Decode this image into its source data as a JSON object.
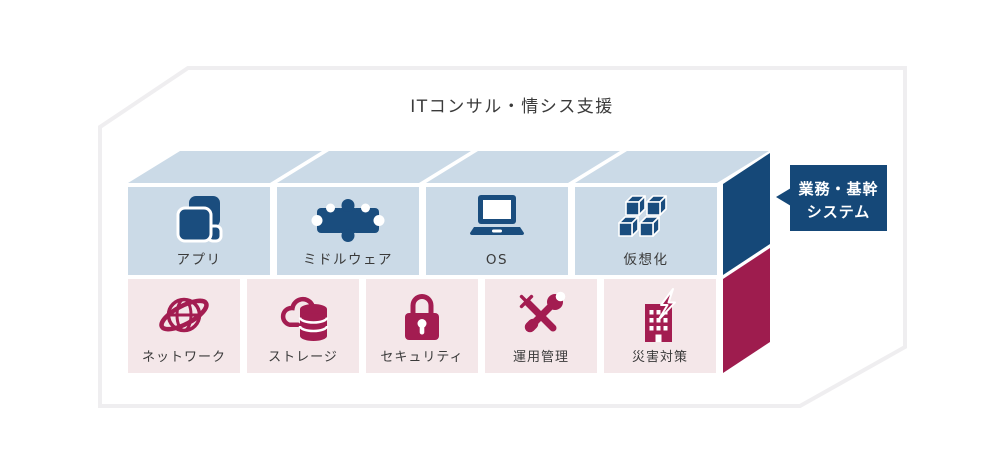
{
  "title": "ITコンサル・情シス支援",
  "callout": {
    "line1": "業務・基幹",
    "line2": "システム"
  },
  "infra_stack": {
    "top_row": [
      {
        "label": "アプリ",
        "icon": "apps-icon"
      },
      {
        "label": "ミドルウェア",
        "icon": "puzzle-icon"
      },
      {
        "label": "OS",
        "icon": "laptop-icon"
      },
      {
        "label": "仮想化",
        "icon": "cubes-icon"
      }
    ],
    "bottom_row": [
      {
        "label": "ネットワーク",
        "icon": "globe-network-icon"
      },
      {
        "label": "ストレージ",
        "icon": "cloud-database-icon"
      },
      {
        "label": "セキュリティ",
        "icon": "padlock-icon"
      },
      {
        "label": "運用管理",
        "icon": "tools-icon"
      },
      {
        "label": "災害対策",
        "icon": "building-lightning-icon"
      }
    ]
  },
  "colors": {
    "navy": "#1a4d7e",
    "navy_dark": "#154878",
    "light_blue": "#cbdae7",
    "crimson": "#a31d51",
    "crimson_dark": "#9e1c4e",
    "light_pink": "#f4e7e9",
    "border": "#efeef0",
    "text_dark": "#3a3a3a",
    "white": "#ffffff"
  }
}
